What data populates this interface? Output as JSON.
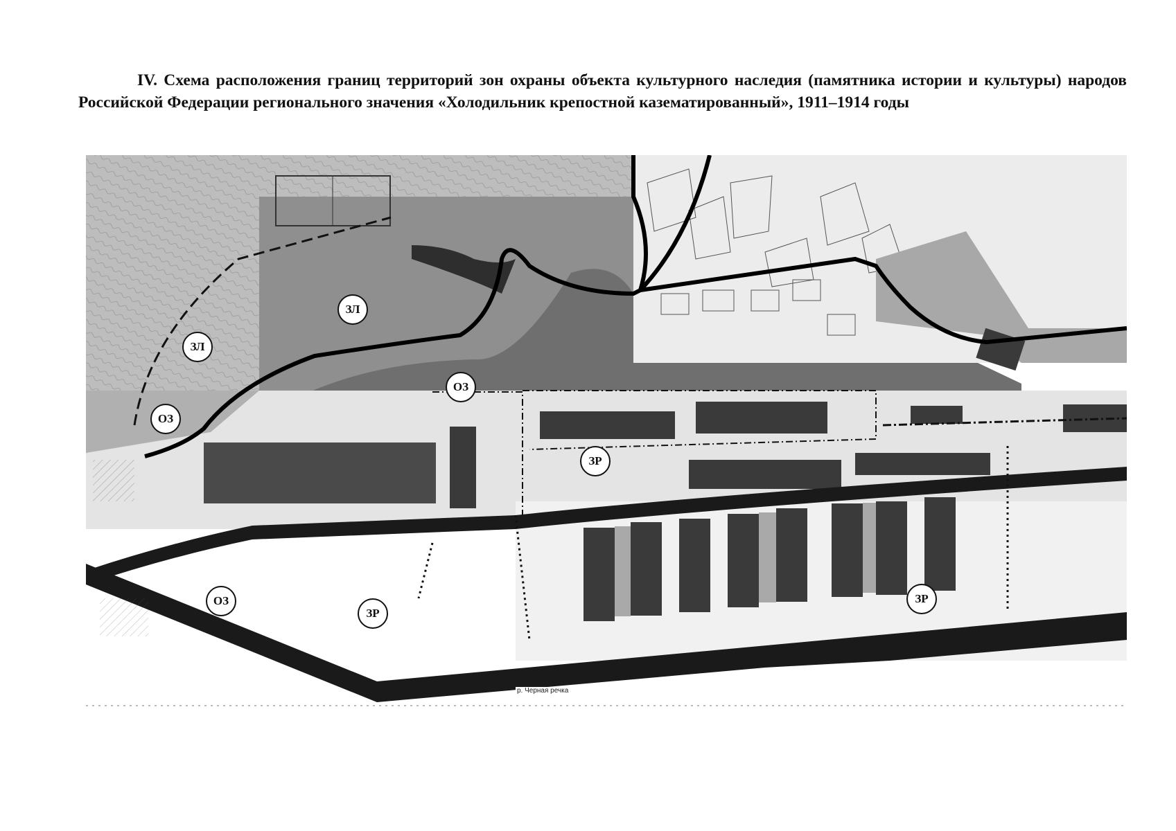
{
  "document": {
    "heading": "IV. Схема расположения границ территорий зон охраны объекта культурного наследия (памятника истории и культуры) народов Российской Федерации регионального значения «Холодильник крепостной казематированный», 1911–1914 годы"
  },
  "map": {
    "zone_markers": [
      {
        "id": "zl-1",
        "label": "ЗЛ"
      },
      {
        "id": "zl-2",
        "label": "ЗЛ"
      },
      {
        "id": "oz-1",
        "label": "ОЗ"
      },
      {
        "id": "oz-2",
        "label": "ОЗ"
      },
      {
        "id": "oz-3",
        "label": "ОЗ"
      },
      {
        "id": "zr-1",
        "label": "ЗР"
      },
      {
        "id": "zr-2",
        "label": "ЗР"
      },
      {
        "id": "zr-3",
        "label": "ЗР"
      }
    ],
    "river_label": "р. Черная речка",
    "colors": {
      "terrain_dark": "#6e6e6e",
      "terrain_mid": "#9a9a9a",
      "terrain_light": "#c4c4c4",
      "building": "#3a3a3a",
      "road": "#1a1a1a",
      "boundary": "#000000"
    }
  }
}
